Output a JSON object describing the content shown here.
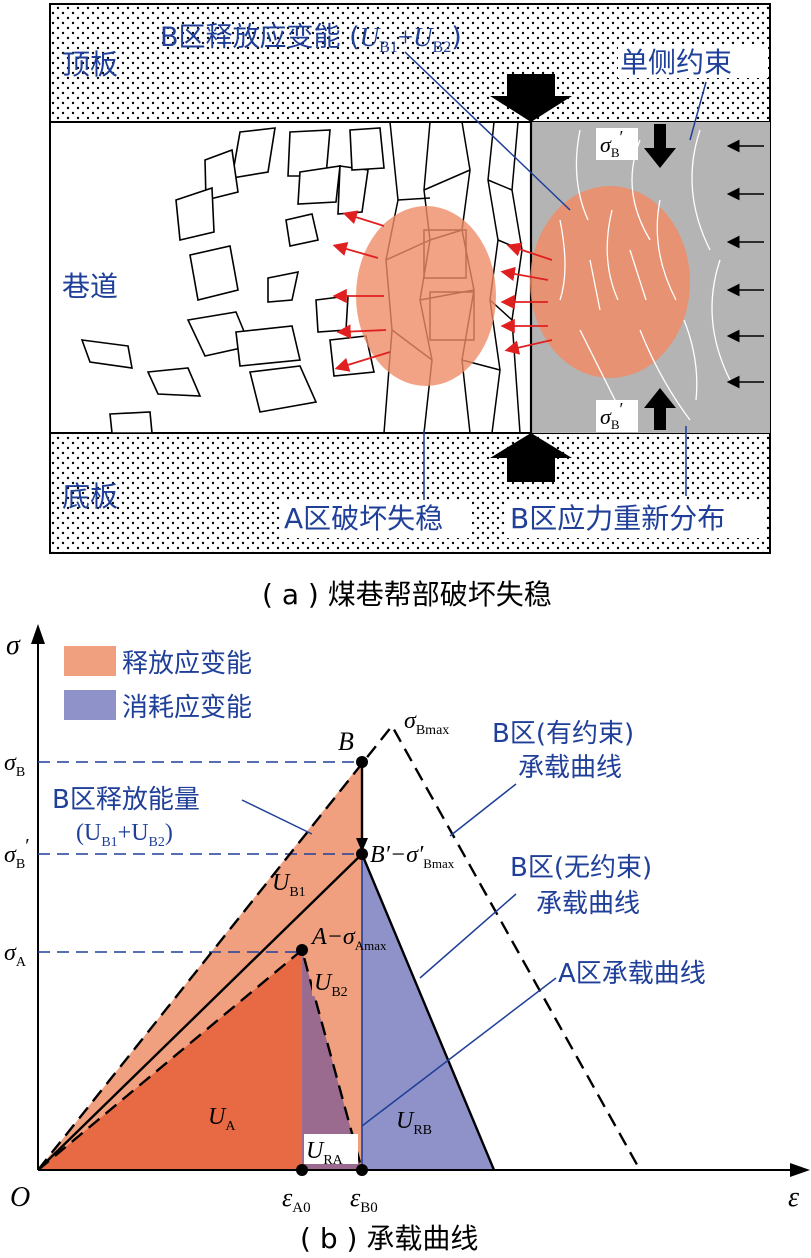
{
  "colors": {
    "blue_text": "#1f3f99",
    "release_fill": "#f0a07e",
    "consume_fill": "#8f92c8",
    "zone_a_fill": "#e86a44",
    "overlap_fill": "#9a6b8f",
    "ellipse_fill": "#ef8c67",
    "gray_zone": "#b4b4b4",
    "arrow_red": "#e02020"
  },
  "panel_a": {
    "caption": "( a ) 煤巷帮部破坏失稳",
    "roof_label": "顶板",
    "floor_label": "底板",
    "roadway_label": "巷道",
    "release_label_prefix": "B区释放应变能 (",
    "release_U": "U",
    "release_sub1": "B1",
    "release_plus": "+",
    "release_sub2": "B2",
    "release_close": ")",
    "single_constraint_label": "单侧约束",
    "zone_a_label": "A区破坏失稳",
    "zone_b_label": "B区应力重新分布",
    "sigma_b_prime": "σ",
    "sigma_b_sub": "B",
    "prime": "′"
  },
  "panel_b": {
    "caption": "( b ) 承载曲线",
    "legend": [
      {
        "label": "释放应变能",
        "color": "#f0a07e"
      },
      {
        "label": "消耗应变能",
        "color": "#8f92c8"
      }
    ],
    "axis_sigma": "σ",
    "axis_epsilon": "ε",
    "origin": "O",
    "y_ticks": [
      {
        "sym": "σ",
        "sub": "B",
        "prime": ""
      },
      {
        "sym": "σ",
        "sub": "B",
        "prime": "′"
      },
      {
        "sym": "σ",
        "sub": "A",
        "prime": ""
      }
    ],
    "x_ticks": [
      {
        "sym": "ε",
        "sub": "A0"
      },
      {
        "sym": "ε",
        "sub": "B0"
      }
    ],
    "point_B": "B",
    "point_B_prime": "B′−σ′",
    "point_B_prime_sub": "Bmax",
    "point_A": "A−σ",
    "point_A_sub": "Amax",
    "sigma_bmax": "σ",
    "sigma_bmax_sub": "Bmax",
    "energy_label_line1": "B区释放能量",
    "energy_label_line2_open": "(U",
    "energy_label_sub1": "B1",
    "energy_label_plus": "+U",
    "energy_label_sub2": "B2",
    "energy_label_close": ")",
    "curve_b_constrained": [
      "B区(有约束)",
      "承载曲线"
    ],
    "curve_b_unconstrained": [
      "B区(无约束)",
      "承载曲线"
    ],
    "curve_a": "A区承载曲线",
    "areas": [
      {
        "sym": "U",
        "sub": "B1"
      },
      {
        "sym": "U",
        "sub": "B2"
      },
      {
        "sym": "U",
        "sub": "A"
      },
      {
        "sym": "U",
        "sub": "RA"
      },
      {
        "sym": "U",
        "sub": "RB"
      }
    ]
  }
}
